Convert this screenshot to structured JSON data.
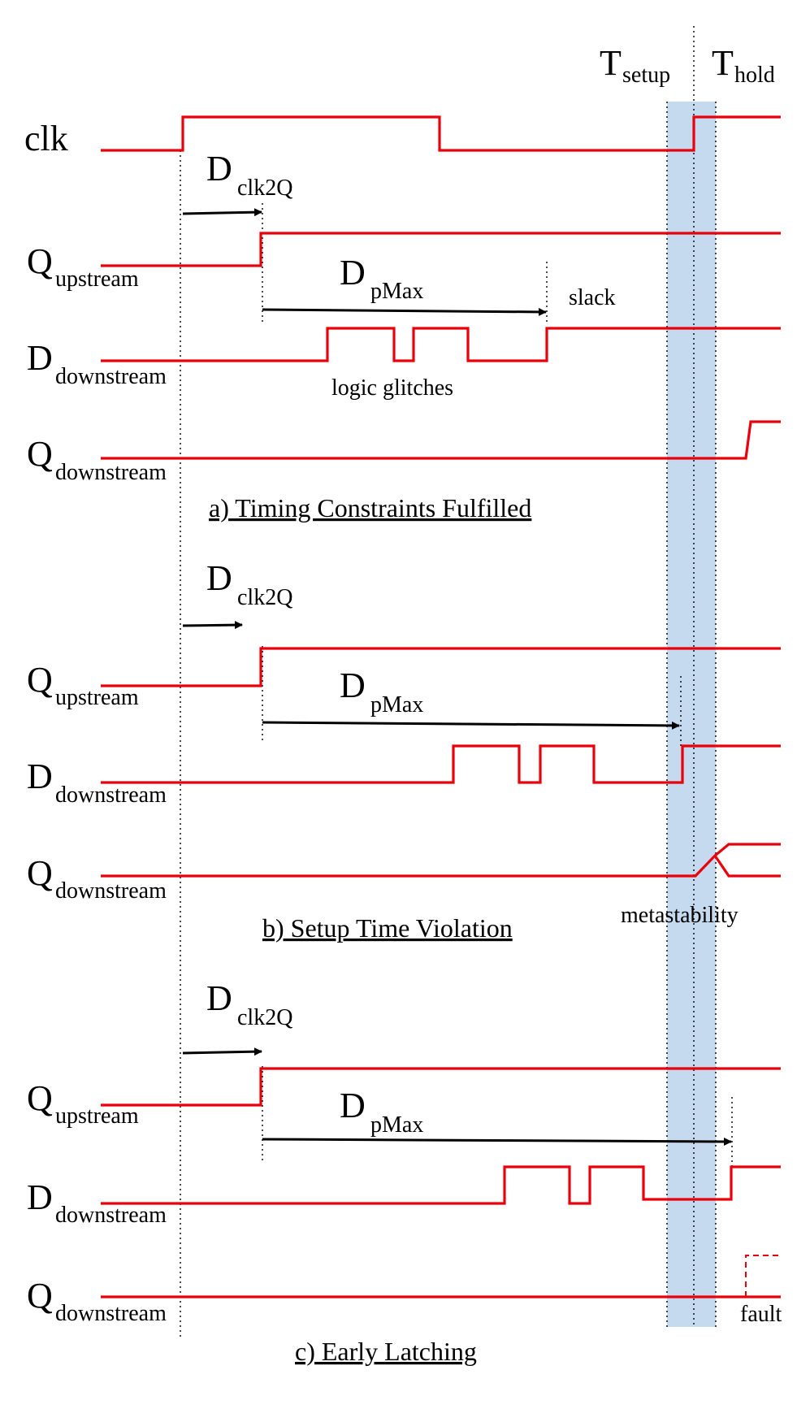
{
  "timing_labels": {
    "setup": "T",
    "setup_sub": "setup",
    "hold": "T",
    "hold_sub": "hold"
  },
  "signals": {
    "clk": "clk",
    "q_up": "Q",
    "q_up_sub": "upstream",
    "d_down": "D",
    "d_down_sub": "downstream",
    "q_down": "Q",
    "q_down_sub": "downstream"
  },
  "delays": {
    "clk2q": "D",
    "clk2q_sub": "clk2Q",
    "pmax": "D",
    "pmax_sub": "pMax"
  },
  "annotations": {
    "slack": "slack",
    "glitches": "logic glitches",
    "metastability": "metastability",
    "fault": "fault"
  },
  "captions": {
    "a": "a) Timing Constraints Fulfilled",
    "b": "b) Setup Time Violation",
    "c": "c) Early Latching"
  },
  "colors": {
    "signal": "#e8000b",
    "window": "#c5d9ef",
    "arrow": "#000000"
  }
}
